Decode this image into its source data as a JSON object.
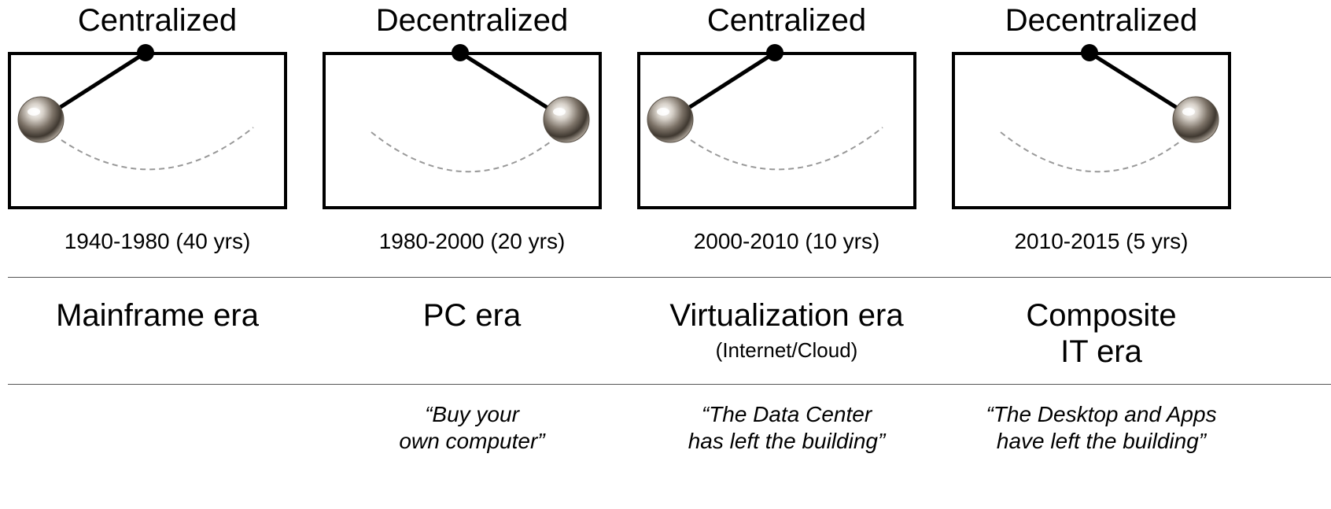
{
  "eras": [
    {
      "mode": "Centralized",
      "years": "1940-1980  (40 yrs)",
      "era_line1": "Mainframe era",
      "era_line2": "",
      "subtitle": "",
      "quote_line1": "",
      "quote_line2": "",
      "ball_side": "left"
    },
    {
      "mode": "Decentralized",
      "years": "1980-2000 (20 yrs)",
      "era_line1": "PC era",
      "era_line2": "",
      "subtitle": "",
      "quote_line1": "“Buy your",
      "quote_line2": "own computer”",
      "ball_side": "right"
    },
    {
      "mode": "Centralized",
      "years": "2000-2010 (10 yrs)",
      "era_line1": "Virtualization era",
      "era_line2": "",
      "subtitle": "(Internet/Cloud)",
      "quote_line1": "“The Data Center",
      "quote_line2": "has left the building”",
      "ball_side": "left"
    },
    {
      "mode": "Decentralized",
      "years": "2010-2015 (5 yrs)",
      "era_line1": "Composite",
      "era_line2": "IT era",
      "subtitle": "",
      "quote_line1": "“The Desktop and Apps",
      "quote_line2": "have left the building”",
      "ball_side": "right"
    }
  ],
  "icons": {
    "ball": "steel-ball-icon",
    "pivot": "pivot-dot-icon"
  }
}
